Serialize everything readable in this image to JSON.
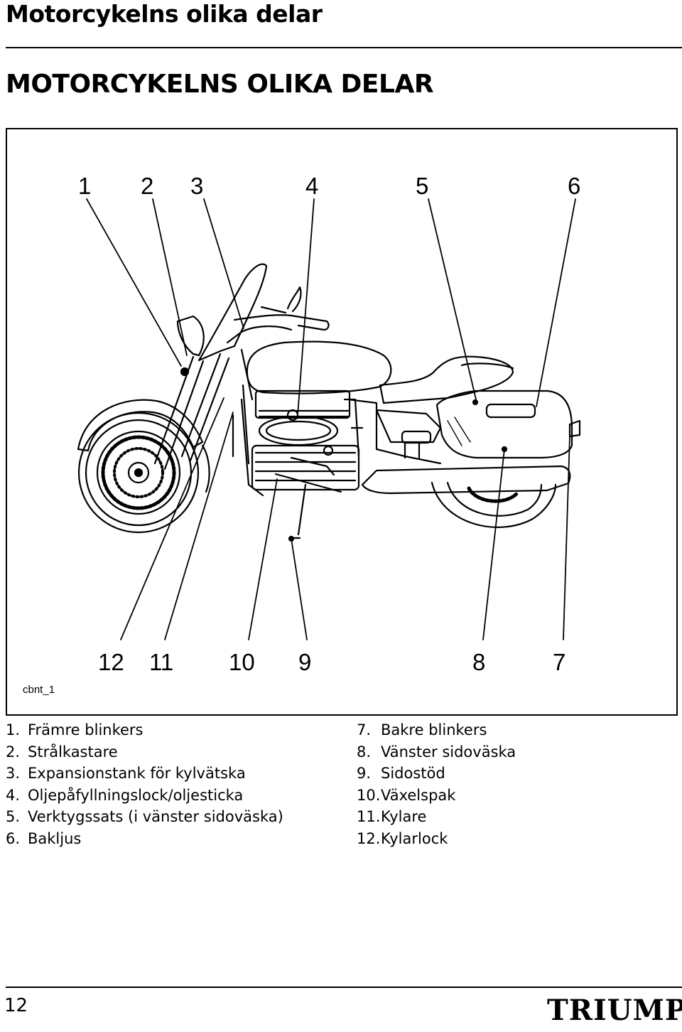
{
  "header": {
    "running_title": "Motorcykelns olika delar"
  },
  "section": {
    "title": "MOTORCYKELNS OLIKA DELAR"
  },
  "figure": {
    "code": "cbnt_1",
    "callouts_top": [
      "1",
      "2",
      "3",
      "4",
      "5",
      "6"
    ],
    "callouts_bottom": [
      "12",
      "11",
      "10",
      "9",
      "8",
      "7"
    ]
  },
  "legend": {
    "left": [
      {
        "num": "1.",
        "label": "Främre blinkers"
      },
      {
        "num": "2.",
        "label": "Strålkastare"
      },
      {
        "num": "3.",
        "label": "Expansionstank för kylvätska"
      },
      {
        "num": "4.",
        "label": "Oljepåfyllningslock/oljesticka"
      },
      {
        "num": "5.",
        "label": "Verktygssats (i vänster sidoväska)"
      },
      {
        "num": "6.",
        "label": "Bakljus"
      }
    ],
    "right": [
      {
        "num": "7.",
        "label": "Bakre blinkers"
      },
      {
        "num": "8.",
        "label": "Vänster sidoväska"
      },
      {
        "num": "9.",
        "label": "Sidostöd"
      },
      {
        "num": "10.",
        "label": "Växelspak"
      },
      {
        "num": "11.",
        "label": "Kylare"
      },
      {
        "num": "12.",
        "label": "Kylarlock"
      }
    ]
  },
  "footer": {
    "page_number": "12",
    "brand": "TRIUMPH"
  }
}
